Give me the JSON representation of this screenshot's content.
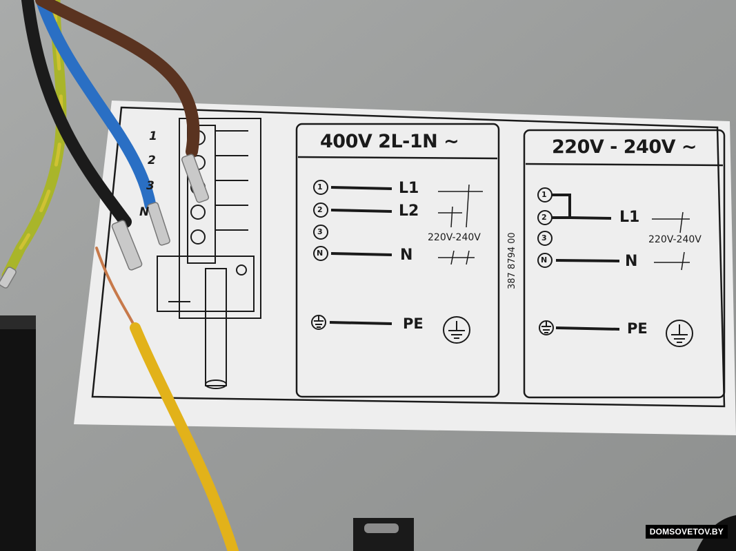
{
  "label": {
    "terminal_numbers": [
      "1",
      "2",
      "3",
      "N"
    ],
    "panel_three_phase": {
      "title": "400V  2L-1N ~",
      "terminals": [
        "1",
        "2",
        "3",
        "N"
      ],
      "line_labels": [
        "L1",
        "L2",
        "N"
      ],
      "voltage_note": "220V-240V",
      "ground_label": "PE"
    },
    "part_number": "387 8794 00",
    "panel_single_phase": {
      "title": "220V - 240V ~",
      "terminals": [
        "1",
        "2",
        "3",
        "N"
      ],
      "line_labels": [
        "L1",
        "N"
      ],
      "voltage_note": "220V-240V",
      "ground_label": "PE"
    }
  },
  "watermark": "DOMSOVETOV.BY",
  "colors": {
    "metal": "#9c9e9d",
    "label_paper": "#eeeeee",
    "ink": "#1a1a1a",
    "wire_brown": "#5a3320",
    "wire_blue": "#2a6fc4",
    "wire_black": "#1b1b1b",
    "wire_green_yellow": "#a9b52a",
    "wire_yellow": "#e2b21a",
    "copper": "#c7794a"
  }
}
